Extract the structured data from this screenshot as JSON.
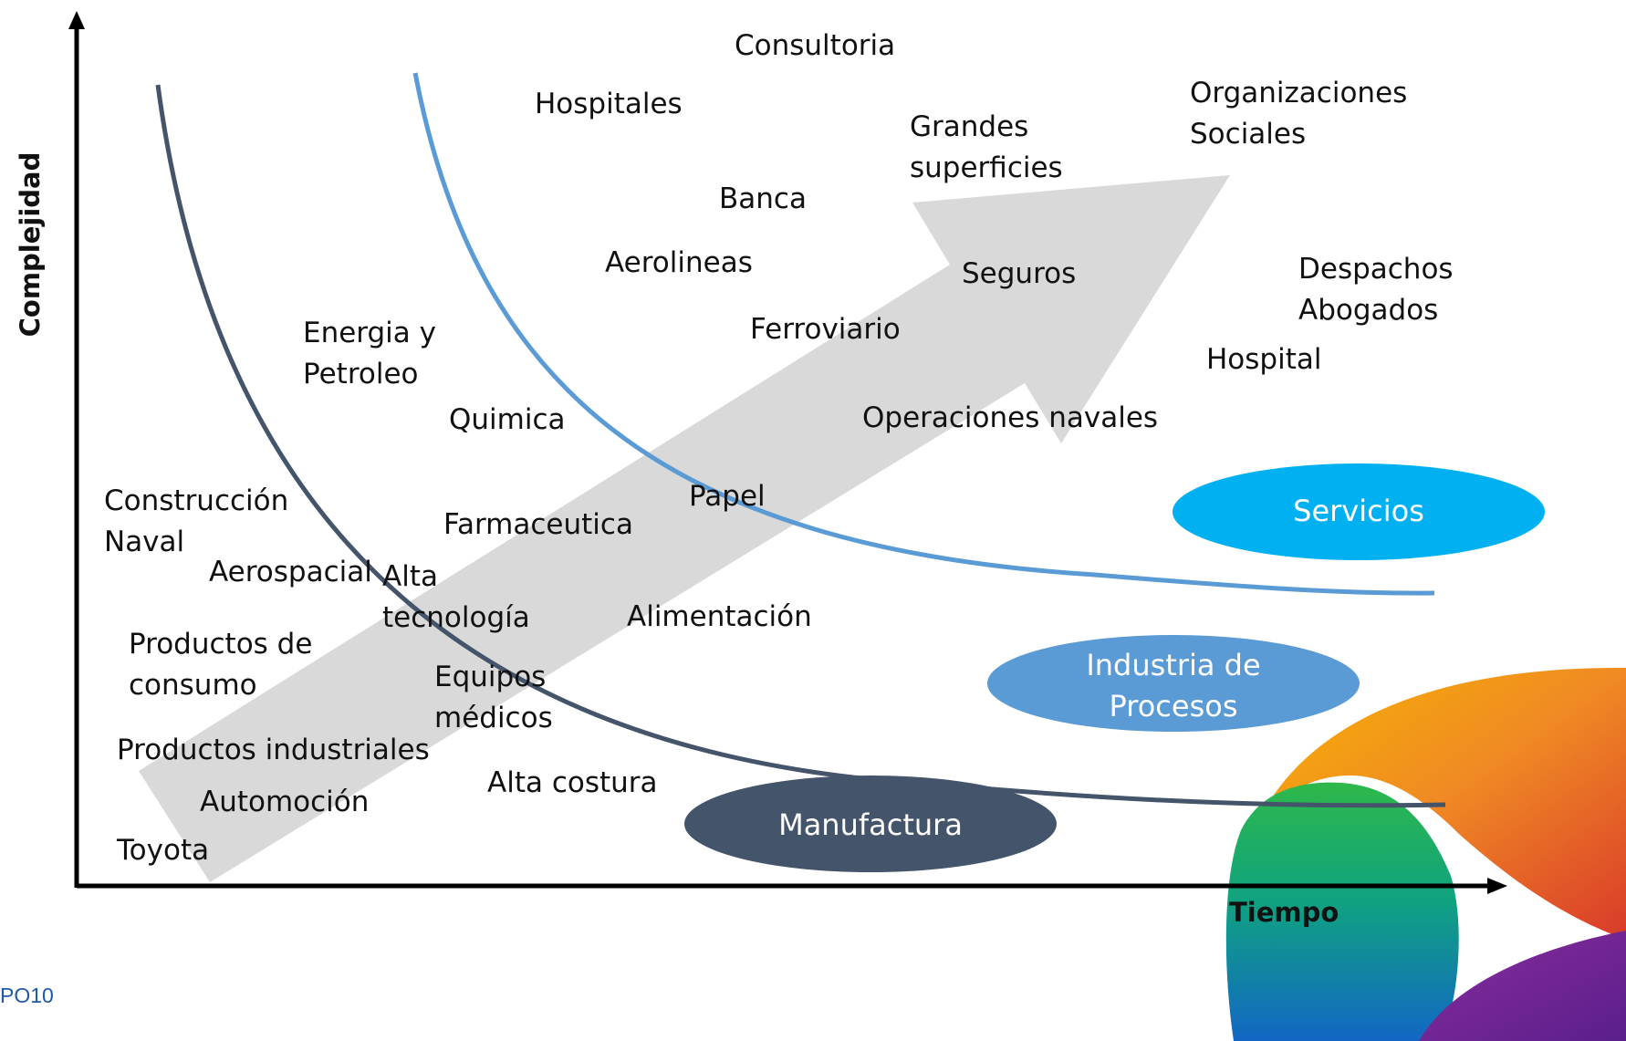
{
  "axes": {
    "y_label": "Complejidad",
    "x_label": "Tiempo"
  },
  "labels": [
    {
      "id": "consultoria",
      "lines": [
        "Consultoria"
      ]
    },
    {
      "id": "hospitales",
      "lines": [
        "Hospitales"
      ]
    },
    {
      "id": "organizaciones-sociales",
      "lines": [
        "Organizaciones",
        "Sociales"
      ]
    },
    {
      "id": "grandes-superficies",
      "lines": [
        "Grandes",
        "superficies"
      ]
    },
    {
      "id": "banca",
      "lines": [
        "Banca"
      ]
    },
    {
      "id": "aerolineas",
      "lines": [
        "Aerolineas"
      ]
    },
    {
      "id": "seguros",
      "lines": [
        "Seguros"
      ]
    },
    {
      "id": "despachos-abogados",
      "lines": [
        "Despachos",
        "Abogados"
      ]
    },
    {
      "id": "energia-petroleo",
      "lines": [
        "Energia y",
        "Petroleo"
      ]
    },
    {
      "id": "ferroviario",
      "lines": [
        "Ferroviario"
      ]
    },
    {
      "id": "hospital",
      "lines": [
        "Hospital"
      ]
    },
    {
      "id": "quimica",
      "lines": [
        "Quimica"
      ]
    },
    {
      "id": "operaciones-navales",
      "lines": [
        "Operaciones navales"
      ]
    },
    {
      "id": "construccion-naval",
      "lines": [
        "Construcción",
        "Naval"
      ]
    },
    {
      "id": "papel",
      "lines": [
        "Papel"
      ]
    },
    {
      "id": "farmaceutica",
      "lines": [
        "Farmaceutica"
      ]
    },
    {
      "id": "aerospacial",
      "lines": [
        "Aerospacial"
      ]
    },
    {
      "id": "alta-tecnologia",
      "lines": [
        "Alta",
        "tecnología"
      ]
    },
    {
      "id": "alimentacion",
      "lines": [
        "Alimentación"
      ]
    },
    {
      "id": "productos-consumo",
      "lines": [
        "Productos de",
        "consumo"
      ]
    },
    {
      "id": "equipos-medicos",
      "lines": [
        "Equipos",
        "médicos"
      ]
    },
    {
      "id": "productos-industriales",
      "lines": [
        "Productos industriales"
      ]
    },
    {
      "id": "alta-costura",
      "lines": [
        "Alta costura"
      ]
    },
    {
      "id": "automocion",
      "lines": [
        "Automoción"
      ]
    },
    {
      "id": "toyota",
      "lines": [
        "Toyota"
      ]
    }
  ],
  "categories": {
    "servicios": {
      "lines": [
        "Servicios"
      ],
      "color": "#00b0f0"
    },
    "procesos": {
      "lines": [
        "Industria de",
        "Procesos"
      ],
      "color": "#5b9bd5"
    },
    "manufactura": {
      "lines": [
        "Manufactura"
      ],
      "color": "#44546a"
    }
  },
  "curve_colors": {
    "manufactura_curve": "#44546a",
    "servicios_curve": "#5b9bd5",
    "arrow": "#d9d9d9"
  },
  "footer": "PO10"
}
